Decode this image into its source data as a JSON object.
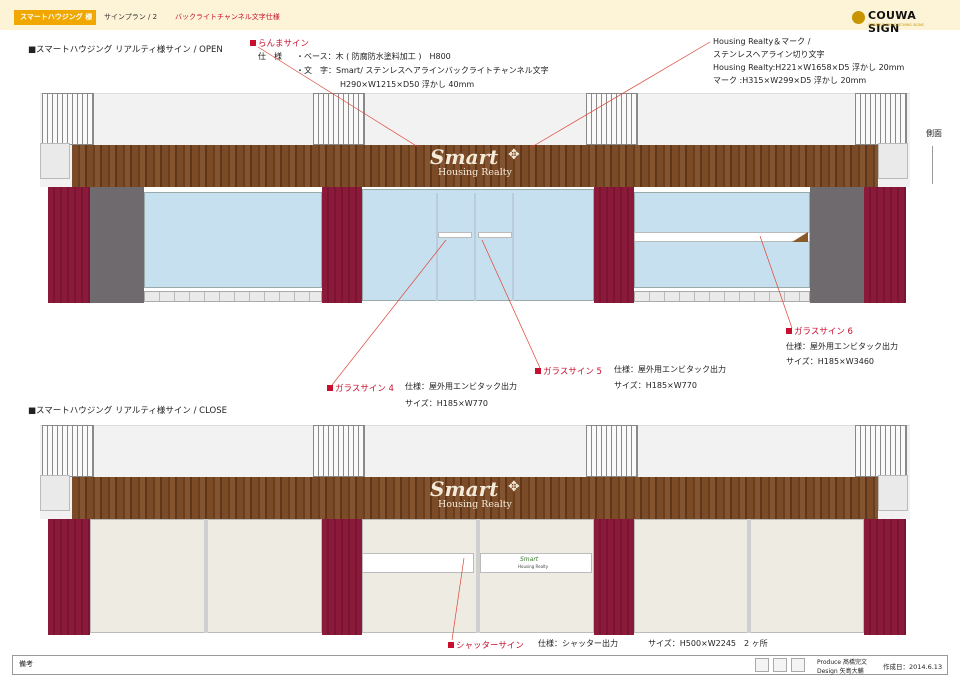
{
  "header": {
    "client": "スマートハウジング 様",
    "plan": "サインプラン / 2",
    "description": "バックライトチャンネル文字仕様",
    "logo_text": "COUWA SIGN",
    "logo_tagline": "CREATIVE EYE-CATCHING SIGNS",
    "accent_color": "#f0a800",
    "red_color": "#c8102e"
  },
  "open_section": {
    "title": "■スマートハウジング リアルティ様サイン / OPEN",
    "ranma_label": "らんまサイン",
    "ranma_spec_head": "仕　様",
    "ranma_spec_base": "・ベース：木 ( 防腐防水塗料加工 )　H800",
    "ranma_spec_text": "・文　字：Smart/ ステンレスヘアラインバックライトチャンネル文字",
    "ranma_spec_size": "H290×W1215×D50 浮かし 40mm",
    "hr_mark_1": "Housing Realty＆マーク /",
    "hr_mark_2": "ステンレスヘアライン切り文字",
    "hr_mark_3": "Housing Realty:H221×W1658×D5 浮かし 20mm",
    "hr_mark_4": "マーク :H315×W299×D5 浮かし 20mm",
    "side_label": "側面",
    "glass4_label": "ガラスサイン 4",
    "glass4_spec": "仕様：屋外用エンビタック出力",
    "glass4_size": "サイズ：H185×W770",
    "glass5_label": "ガラスサイン 5",
    "glass5_spec": "仕様：屋外用エンビタック出力",
    "glass5_size": "サイズ：H185×W770",
    "glass6_label": "ガラスサイン 6",
    "glass6_spec": "仕様：屋外用エンビタック出力",
    "glass6_size": "サイズ：H185×W3460"
  },
  "close_section": {
    "title": "■スマートハウジング リアルティ様サイン / CLOSE",
    "shutter_label": "シャッターサイン",
    "shutter_spec": "仕様：シャッター出力",
    "shutter_size": "サイズ：H500×W2245　2 ヶ所"
  },
  "sign": {
    "smart": "Smart",
    "housing": "Housing Realty",
    "mark": "✥"
  },
  "footer": {
    "note": "備考",
    "produce": "Produce  髙橋完文",
    "design": "Design  矢島大輔",
    "date": "作成日：2014.6.13"
  }
}
